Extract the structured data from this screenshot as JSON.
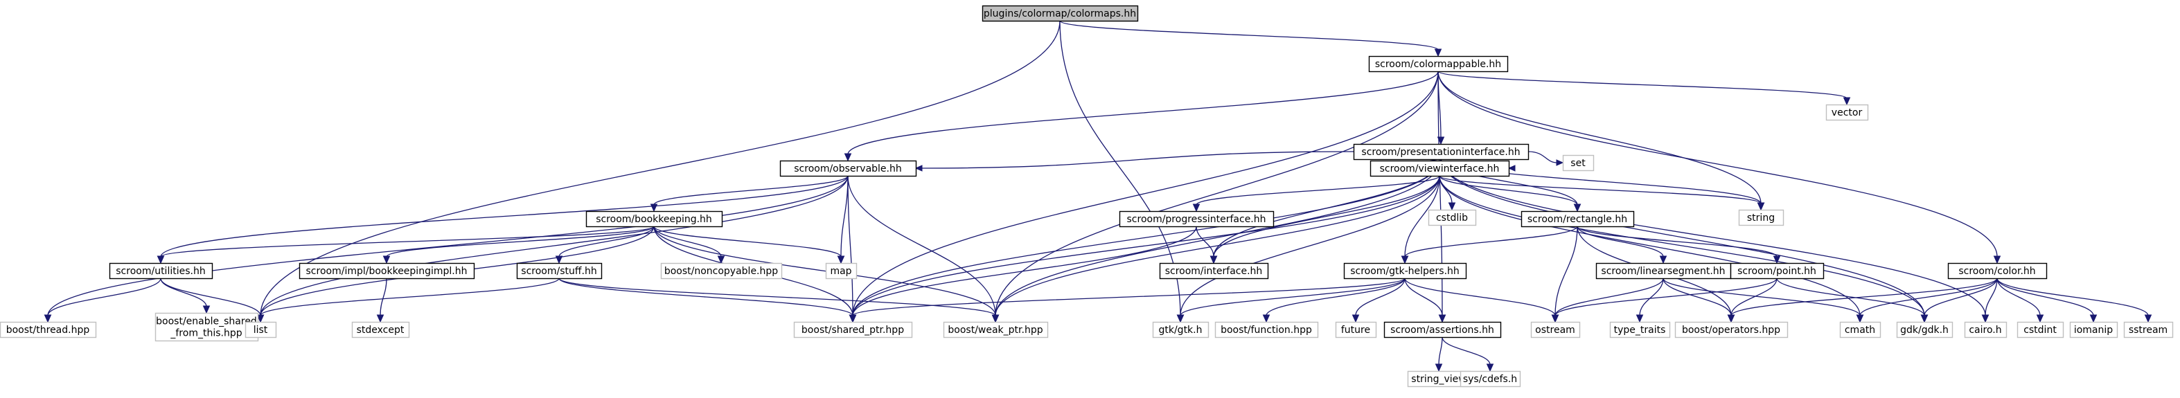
{
  "colors": {
    "edge": "#191970",
    "root_fill": "#bfbfbf",
    "root_border": "#000000",
    "documented_border": "#000000",
    "external_border": "#bfbfbf",
    "node_fill": "#ffffff"
  },
  "nodes": [
    {
      "id": "root",
      "label": "plugins/colormap/colormaps.hh",
      "kind": "root"
    },
    {
      "id": "colormappable",
      "label": "scroom/colormappable.hh",
      "kind": "doc"
    },
    {
      "id": "vector",
      "label": "vector",
      "kind": "ext"
    },
    {
      "id": "presentationinterface",
      "label": "scroom/presentationinterface.hh",
      "kind": "doc"
    },
    {
      "id": "observable",
      "label": "scroom/observable.hh",
      "kind": "doc"
    },
    {
      "id": "viewinterface",
      "label": "scroom/viewinterface.hh",
      "kind": "doc"
    },
    {
      "id": "set",
      "label": "set",
      "kind": "ext"
    },
    {
      "id": "string",
      "label": "string",
      "kind": "ext"
    },
    {
      "id": "bookkeeping",
      "label": "scroom/bookkeeping.hh",
      "kind": "doc"
    },
    {
      "id": "cstdlib",
      "label": "cstdlib",
      "kind": "ext"
    },
    {
      "id": "progressinterface",
      "label": "scroom/progressinterface.hh",
      "kind": "doc"
    },
    {
      "id": "rectangle",
      "label": "scroom/rectangle.hh",
      "kind": "doc"
    },
    {
      "id": "color",
      "label": "scroom/color.hh",
      "kind": "doc"
    },
    {
      "id": "utilities",
      "label": "scroom/utilities.hh",
      "kind": "doc"
    },
    {
      "id": "bookkeepingimpl",
      "label": "scroom/impl/bookkeepingimpl.hh",
      "kind": "doc"
    },
    {
      "id": "stuff",
      "label": "scroom/stuff.hh",
      "kind": "doc"
    },
    {
      "id": "noncopyable",
      "label": "boost/noncopyable.hpp",
      "kind": "ext"
    },
    {
      "id": "map",
      "label": "map",
      "kind": "ext"
    },
    {
      "id": "interface",
      "label": "scroom/interface.hh",
      "kind": "doc"
    },
    {
      "id": "gtkhelpers",
      "label": "scroom/gtk-helpers.hh",
      "kind": "doc"
    },
    {
      "id": "linearsegment",
      "label": "scroom/linearsegment.hh",
      "kind": "doc"
    },
    {
      "id": "point",
      "label": "scroom/point.hh",
      "kind": "doc"
    },
    {
      "id": "threadhpp",
      "label": "boost/thread.hpp",
      "kind": "ext"
    },
    {
      "id": "enableshared",
      "label": "boost/enable_shared\n_from_this.hpp",
      "kind": "ext"
    },
    {
      "id": "list",
      "label": "list",
      "kind": "ext"
    },
    {
      "id": "stdexcept",
      "label": "stdexcept",
      "kind": "ext"
    },
    {
      "id": "sharedptr",
      "label": "boost/shared_ptr.hpp",
      "kind": "ext"
    },
    {
      "id": "weakptr",
      "label": "boost/weak_ptr.hpp",
      "kind": "ext"
    },
    {
      "id": "gtkh",
      "label": "gtk/gtk.h",
      "kind": "ext"
    },
    {
      "id": "functionhpp",
      "label": "boost/function.hpp",
      "kind": "ext"
    },
    {
      "id": "future",
      "label": "future",
      "kind": "ext"
    },
    {
      "id": "assertions",
      "label": "scroom/assertions.hh",
      "kind": "doc"
    },
    {
      "id": "ostream",
      "label": "ostream",
      "kind": "ext"
    },
    {
      "id": "typetraits",
      "label": "type_traits",
      "kind": "ext"
    },
    {
      "id": "operators",
      "label": "boost/operators.hpp",
      "kind": "ext"
    },
    {
      "id": "cmath",
      "label": "cmath",
      "kind": "ext"
    },
    {
      "id": "gdkh",
      "label": "gdk/gdk.h",
      "kind": "ext"
    },
    {
      "id": "cairoh",
      "label": "cairo.h",
      "kind": "ext"
    },
    {
      "id": "cstdint",
      "label": "cstdint",
      "kind": "ext"
    },
    {
      "id": "iomanip",
      "label": "iomanip",
      "kind": "ext"
    },
    {
      "id": "sstream",
      "label": "sstream",
      "kind": "ext"
    },
    {
      "id": "stringview",
      "label": "string_view",
      "kind": "ext"
    },
    {
      "id": "syscdefs",
      "label": "sys/cdefs.h",
      "kind": "ext"
    }
  ],
  "edges": [
    [
      "root",
      "colormappable"
    ],
    [
      "root",
      "list"
    ],
    [
      "root",
      "gtkh"
    ],
    [
      "colormappable",
      "vector"
    ],
    [
      "colormappable",
      "presentationinterface"
    ],
    [
      "colormappable",
      "observable"
    ],
    [
      "colormappable",
      "sharedptr"
    ],
    [
      "colormappable",
      "weakptr"
    ],
    [
      "colormappable",
      "string"
    ],
    [
      "colormappable",
      "assertions"
    ],
    [
      "colormappable",
      "color"
    ],
    [
      "presentationinterface",
      "observable"
    ],
    [
      "presentationinterface",
      "viewinterface"
    ],
    [
      "presentationinterface",
      "set"
    ],
    [
      "presentationinterface",
      "string"
    ],
    [
      "presentationinterface",
      "rectangle"
    ],
    [
      "presentationinterface",
      "interface"
    ],
    [
      "presentationinterface",
      "sharedptr"
    ],
    [
      "presentationinterface",
      "weakptr"
    ],
    [
      "presentationinterface",
      "gdkh"
    ],
    [
      "presentationinterface",
      "cairoh"
    ],
    [
      "observable",
      "bookkeeping"
    ],
    [
      "observable",
      "utilities"
    ],
    [
      "observable",
      "map"
    ],
    [
      "observable",
      "list"
    ],
    [
      "observable",
      "threadhpp"
    ],
    [
      "observable",
      "sharedptr"
    ],
    [
      "observable",
      "weakptr"
    ],
    [
      "viewinterface",
      "progressinterface"
    ],
    [
      "viewinterface",
      "rectangle"
    ],
    [
      "viewinterface",
      "cstdlib"
    ],
    [
      "viewinterface",
      "string"
    ],
    [
      "viewinterface",
      "gtkhelpers"
    ],
    [
      "viewinterface",
      "interface"
    ],
    [
      "viewinterface",
      "gtkh"
    ],
    [
      "viewinterface",
      "sharedptr"
    ],
    [
      "viewinterface",
      "weakptr"
    ],
    [
      "viewinterface",
      "cmath"
    ],
    [
      "viewinterface",
      "gdkh"
    ],
    [
      "bookkeeping",
      "utilities"
    ],
    [
      "bookkeeping",
      "bookkeepingimpl"
    ],
    [
      "bookkeeping",
      "stuff"
    ],
    [
      "bookkeeping",
      "noncopyable"
    ],
    [
      "bookkeeping",
      "map"
    ],
    [
      "bookkeeping",
      "list"
    ],
    [
      "bookkeeping",
      "sharedptr"
    ],
    [
      "bookkeeping",
      "weakptr"
    ],
    [
      "progressinterface",
      "interface"
    ],
    [
      "progressinterface",
      "sharedptr"
    ],
    [
      "rectangle",
      "gtkhelpers"
    ],
    [
      "rectangle",
      "linearsegment"
    ],
    [
      "rectangle",
      "point"
    ],
    [
      "rectangle",
      "ostream"
    ],
    [
      "rectangle",
      "operators"
    ],
    [
      "utilities",
      "threadhpp"
    ],
    [
      "utilities",
      "enableshared"
    ],
    [
      "utilities",
      "list"
    ],
    [
      "bookkeepingimpl",
      "stdexcept"
    ],
    [
      "stuff",
      "list"
    ],
    [
      "stuff",
      "sharedptr"
    ],
    [
      "stuff",
      "weakptr"
    ],
    [
      "gtkhelpers",
      "gtkh"
    ],
    [
      "gtkhelpers",
      "functionhpp"
    ],
    [
      "gtkhelpers",
      "future"
    ],
    [
      "gtkhelpers",
      "assertions"
    ],
    [
      "gtkhelpers",
      "ostream"
    ],
    [
      "gtkhelpers",
      "sharedptr"
    ],
    [
      "linearsegment",
      "ostream"
    ],
    [
      "linearsegment",
      "typetraits"
    ],
    [
      "linearsegment",
      "operators"
    ],
    [
      "linearsegment",
      "cmath"
    ],
    [
      "point",
      "ostream"
    ],
    [
      "point",
      "operators"
    ],
    [
      "point",
      "gdkh"
    ],
    [
      "assertions",
      "stringview"
    ],
    [
      "assertions",
      "syscdefs"
    ],
    [
      "color",
      "operators"
    ],
    [
      "color",
      "cmath"
    ],
    [
      "color",
      "gdkh"
    ],
    [
      "color",
      "cairoh"
    ],
    [
      "color",
      "cstdint"
    ],
    [
      "color",
      "iomanip"
    ],
    [
      "color",
      "sstream"
    ]
  ]
}
